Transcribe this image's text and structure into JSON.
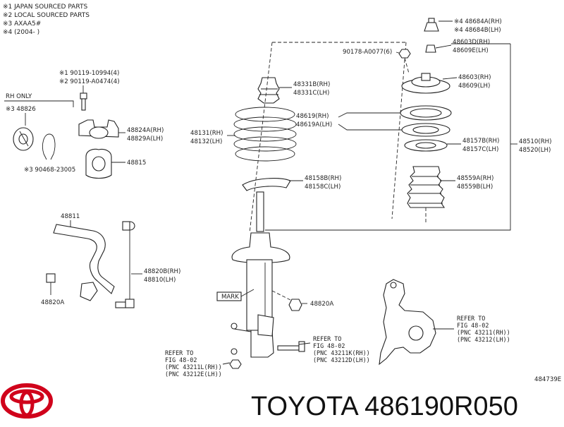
{
  "notes": [
    "※1 JAPAN SOURCED PARTS",
    "※2 LOCAL SOURCED PARTS",
    "※3 AXAA5#",
    "※4 (2004-      )"
  ],
  "rh_only": "RH ONLY",
  "labels": {
    "bolt_1": "※1 90119-10994(4)",
    "bolt_2": "※2 90119-A0474(4)",
    "p48826": "※3 48826",
    "p48824a": "48824A(RH)",
    "p48829a": "48829A(LH)",
    "p48815": "48815",
    "p90468": "※3 90468-23005",
    "p48811": "48811",
    "p48820b": "48820B(RH)",
    "p48810": "48810(LH)",
    "p48820a_left": "48820A",
    "p48331b": "48331B(RH)",
    "p48331c": "48331C(LH)",
    "p48131": "48131(RH)",
    "p48132": "48132(LH)",
    "p48619": "48619(RH)",
    "p48619a": "48619A(LH)",
    "p48158b": "48158B(RH)",
    "p48158c": "48158C(LH)",
    "p48684a": "※4 48684A(RH)",
    "p48684b": "※4 48684B(LH)",
    "p48603d": "48603D(RH)",
    "p48609e": "48609E(LH)",
    "p90178": "90178-A0077(6)",
    "p48603": "48603(RH)",
    "p48609": "48609(LH)",
    "p48157b": "48157B(RH)",
    "p48157c": "48157C(LH)",
    "p48510": "48510(RH)",
    "p48520": "48520(LH)",
    "p48559a": "48559A(RH)",
    "p48559b": "48559B(LH)",
    "mark": "MARK",
    "p48820a_right": "48820A"
  },
  "refs": {
    "knuckle": [
      "REFER TO",
      "FIG 48-02",
      "(PNC 43211(RH))",
      "(PNC 43212(LH))"
    ],
    "bolt": [
      "REFER TO",
      "FIG 48-02",
      "(PNC 43211K(RH))",
      "(PNC 43212D(LH))"
    ],
    "nut": [
      "REFER TO",
      "FIG 48-02",
      "(PNC 43211L(RH))",
      "(PNC 43212E(LH))"
    ]
  },
  "diagram_code": "484739E",
  "brand": {
    "text": "TOYOTA 486190R050",
    "logo_color": "#d0021b"
  }
}
